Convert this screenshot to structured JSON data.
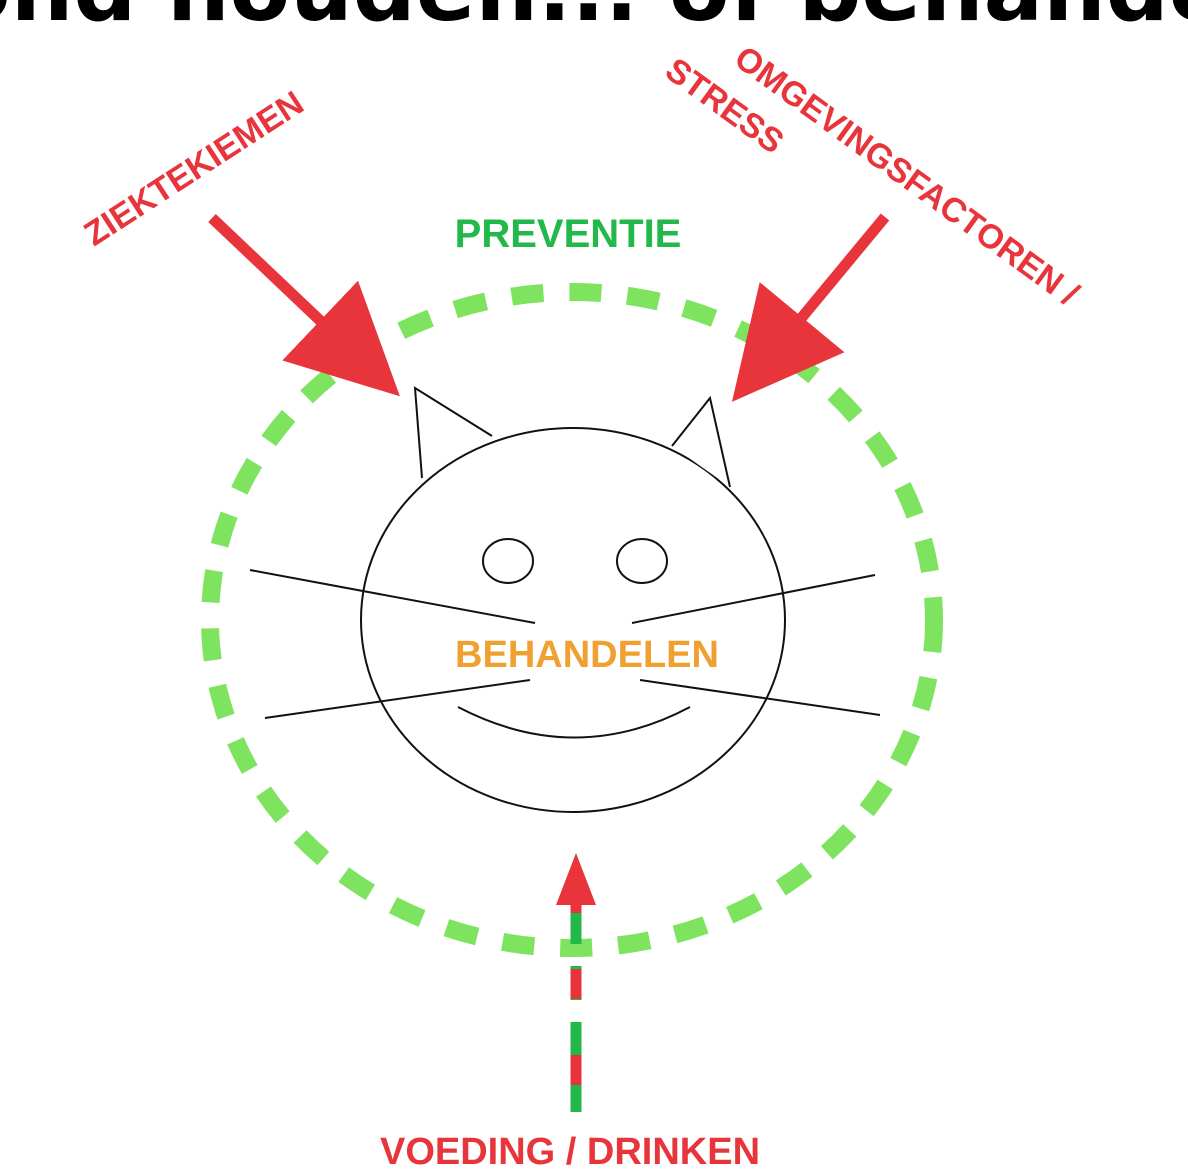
{
  "header": {
    "title": "Gezond houden... of behandelen"
  },
  "labels": {
    "top_left": "ZIEKTEKIEMEN",
    "top_right_line1": "OMGEVINGSFACTOREN /",
    "top_right_line2": "STRESS",
    "prevention": "PREVENTIE",
    "center": "BEHANDELEN",
    "bottom_part1": "VOEDING / ",
    "bottom_part2": "DRINKEN"
  },
  "colors": {
    "red": "#e8343b",
    "green_light": "#7ee35f",
    "green_dark": "#22b94a",
    "orange": "#f0a030",
    "line": "#111111"
  },
  "icons": [
    "cat-face-icon"
  ]
}
